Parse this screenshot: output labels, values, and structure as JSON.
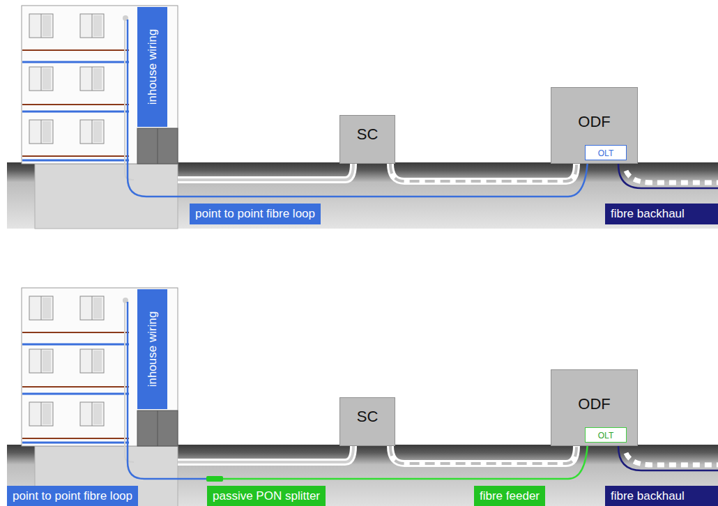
{
  "diagram": {
    "nodes": [
      {
        "text": [
          "inhouse wiring"
        ]
      },
      {
        "text": [
          "SC"
        ]
      },
      {
        "text": [
          "ODF"
        ]
      },
      {
        "text": [
          "OLT"
        ],
        "in": 2
      },
      {
        "text": [
          "point to point fibre loop"
        ]
      },
      {
        "text": [
          "fibre backhaul"
        ]
      },
      {
        "text": [
          "inhouse wiring"
        ]
      },
      {
        "text": [
          "SC"
        ]
      },
      {
        "text": [
          "ODF"
        ]
      },
      {
        "text": [
          "OLT"
        ],
        "in": 8
      },
      {
        "text": [
          "point to point fibre loop"
        ]
      },
      {
        "text": [
          "passive PON splitter"
        ]
      },
      {
        "text": [
          "fibre feeder"
        ]
      },
      {
        "text": [
          "fibre backhaul"
        ]
      }
    ]
  }
}
